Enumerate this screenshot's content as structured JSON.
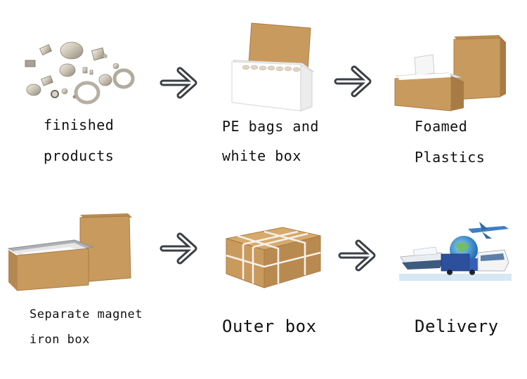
{
  "steps": [
    {
      "line1": "finished",
      "line2": "products",
      "image": "magnet-products-icon"
    },
    {
      "line1": "PE bags and",
      "line2": "white box",
      "image": "white-box-icon"
    },
    {
      "line1": "Foamed",
      "line2": "Plastics",
      "image": "foam-carton-icon"
    },
    {
      "line1": "Separate magnet",
      "line2": "iron box",
      "image": "iron-lined-carton-icon"
    },
    {
      "line1": "Outer box",
      "line2": "",
      "image": "strapped-carton-icon"
    },
    {
      "line1": "Delivery",
      "line2": "",
      "image": "transport-icon"
    }
  ],
  "colors": {
    "arrow": "#3a3f44",
    "cardboard": "#c99a5e",
    "cardboard_dark": "#a87a44",
    "text": "#111111"
  }
}
